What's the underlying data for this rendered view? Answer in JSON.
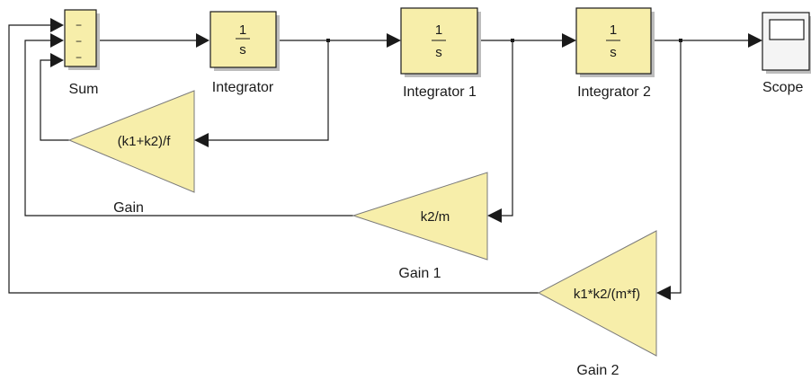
{
  "blocks": {
    "sum": {
      "label": "Sum",
      "signs": [
        "−",
        "−",
        "−"
      ]
    },
    "integrator": {
      "label": "Integrator",
      "numerator": "1",
      "denominator": "s"
    },
    "integrator1": {
      "label": "Integrator 1",
      "numerator": "1",
      "denominator": "s"
    },
    "integrator2": {
      "label": "Integrator 2",
      "numerator": "1",
      "denominator": "s"
    },
    "scope": {
      "label": "Scope"
    },
    "gain": {
      "label": "Gain",
      "expression": "(k1+k2)/f"
    },
    "gain1": {
      "label": "Gain 1",
      "expression": "k2/m"
    },
    "gain2": {
      "label": "Gain 2",
      "expression": "k1*k2/(m*f)"
    }
  },
  "colors": {
    "block_fill": "#f7eeaa",
    "line": "#1a1a1a",
    "shadow": "#bdbdbd",
    "triangle_border": "#7a7a7a"
  }
}
